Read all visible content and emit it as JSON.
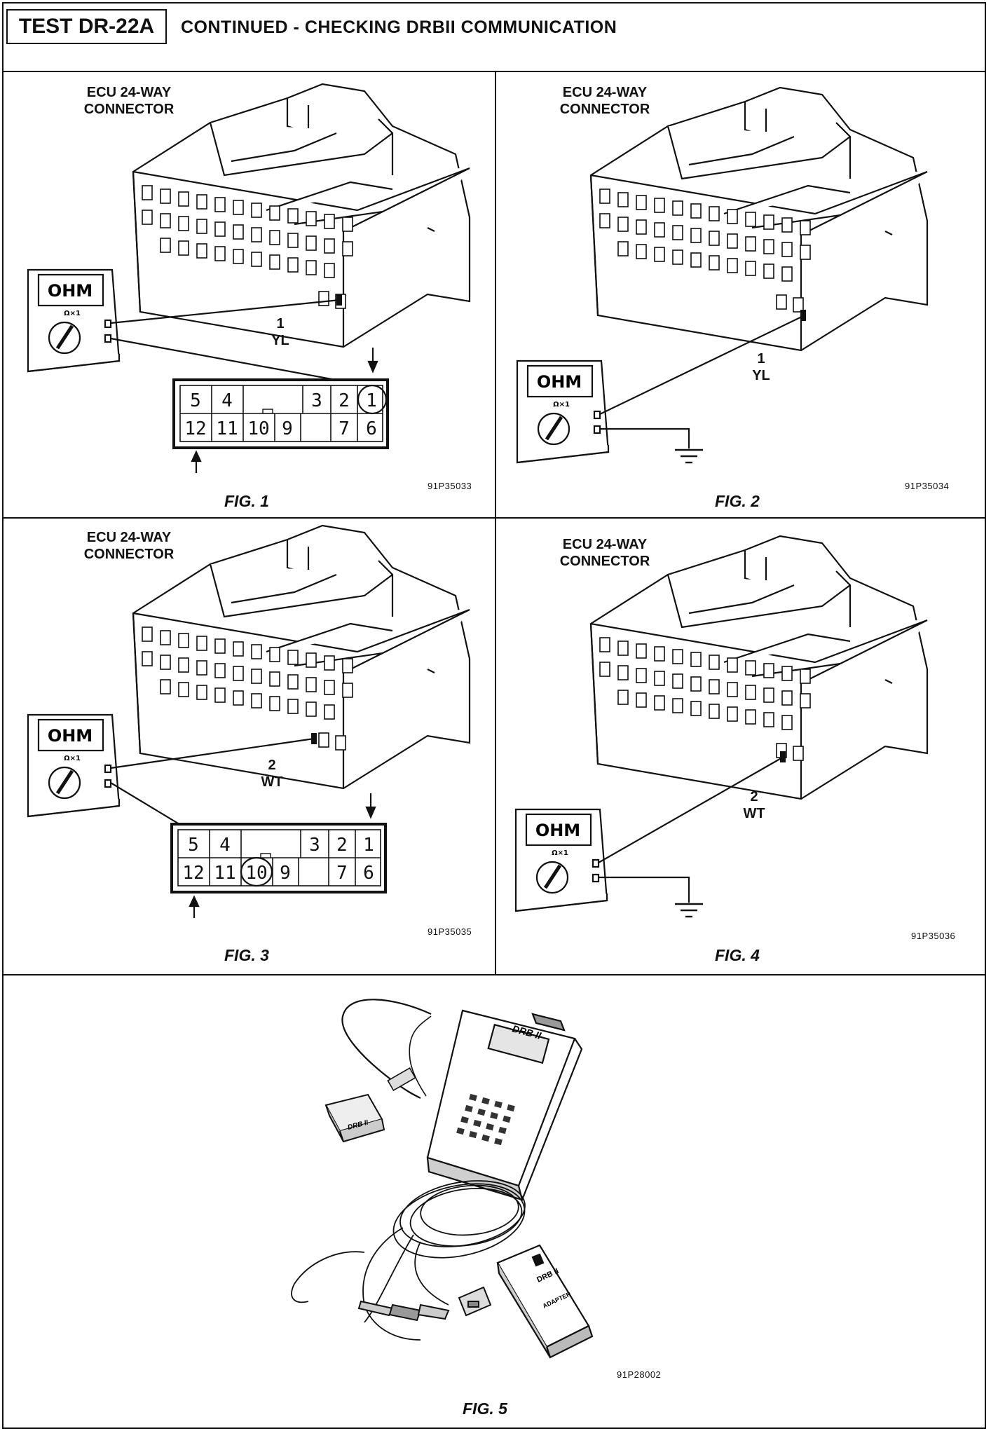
{
  "header": {
    "test_id": "TEST DR-22A",
    "title": "CONTINUED - CHECKING DRBII COMMUNICATION"
  },
  "figures": [
    {
      "connector_label_1": "ECU 24-WAY",
      "connector_label_2": "CONNECTOR",
      "pin_number": "1",
      "wire_color": "YL",
      "meter_display": "OHM",
      "meter_range": "Ω×1",
      "image_code": "91P35033",
      "caption": "FIG. 1",
      "pin_rows": [
        [
          "5",
          "4",
          "",
          "3",
          "2",
          "1"
        ],
        [
          "12",
          "11",
          "10",
          "9",
          "",
          "7",
          "6"
        ]
      ],
      "circled_pin": "1"
    },
    {
      "connector_label_1": "ECU 24-WAY",
      "connector_label_2": "CONNECTOR",
      "pin_number": "1",
      "wire_color": "YL",
      "meter_display": "OHM",
      "meter_range": "Ω×1",
      "image_code": "91P35034",
      "caption": "FIG. 2"
    },
    {
      "connector_label_1": "ECU 24-WAY",
      "connector_label_2": "CONNECTOR",
      "pin_number": "2",
      "wire_color": "WT",
      "meter_display": "OHM",
      "meter_range": "Ω×1",
      "image_code": "91P35035",
      "caption": "FIG. 3",
      "circled_pin": "10"
    },
    {
      "connector_label_1": "ECU 24-WAY",
      "connector_label_2": "CONNECTOR",
      "pin_number": "2",
      "wire_color": "WT",
      "meter_display": "OHM",
      "meter_range": "Ω×1",
      "image_code": "91P35036",
      "caption": "FIG. 4"
    }
  ],
  "fig5": {
    "image_code": "91P28002",
    "caption": "FIG. 5",
    "tester_brand": "DRB II",
    "cartridge_label": "DRB II",
    "adapter_brand": "DRB II",
    "adapter_label": "ADAPTER"
  },
  "pin_box": {
    "row1": [
      "5",
      "4",
      "3",
      "2",
      "1"
    ],
    "row2": [
      "12",
      "11",
      "10",
      "9",
      "7",
      "6"
    ]
  }
}
